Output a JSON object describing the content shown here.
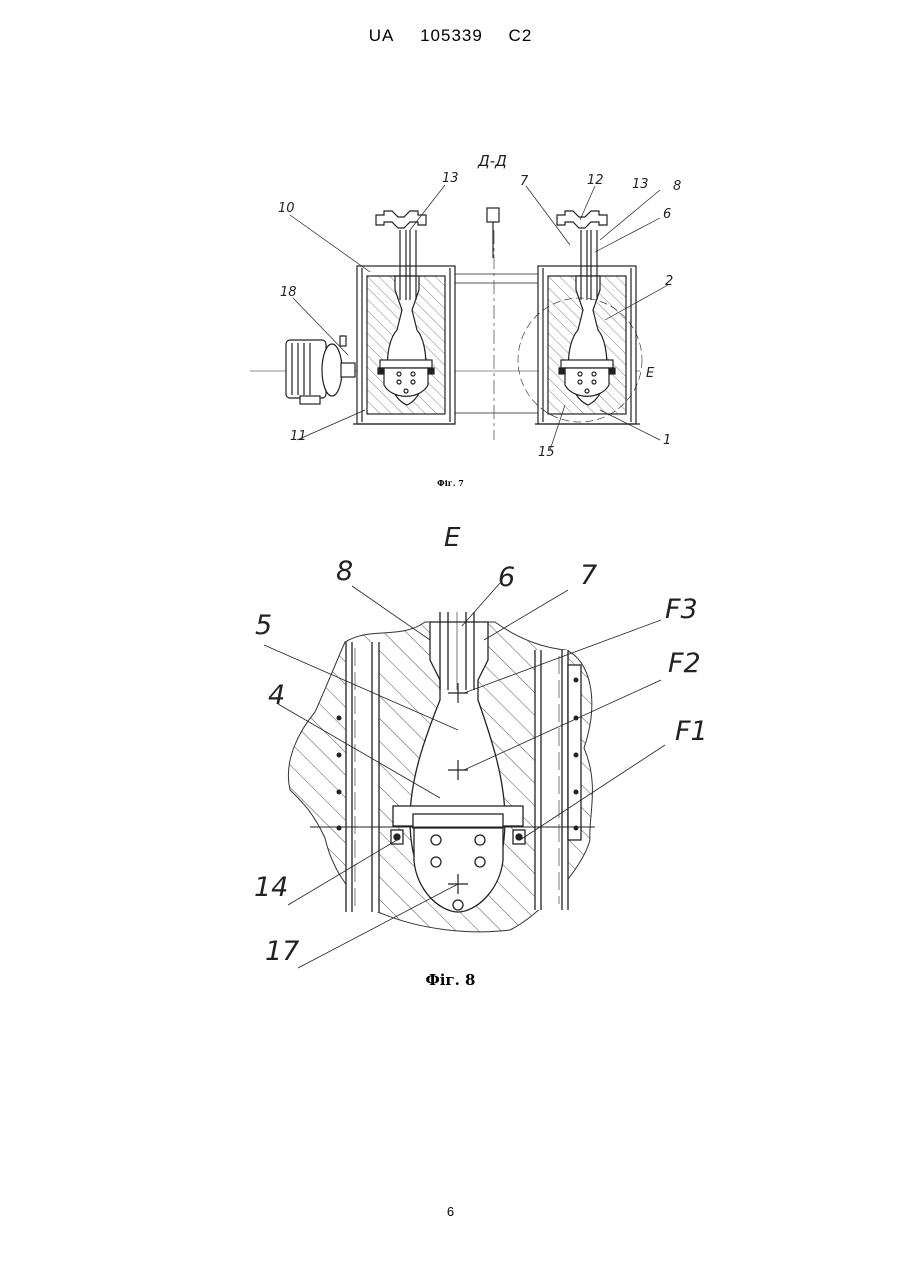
{
  "header": {
    "country": "UA",
    "number": "105339",
    "kind": "C2"
  },
  "figure7": {
    "section_title": "Д-Д",
    "caption": "Фіг. 7",
    "labels": {
      "l13a": "13",
      "l7": "7",
      "l12": "12",
      "l13b": "13",
      "l8": "8",
      "l10": "10",
      "l6": "6",
      "l2": "2",
      "l18": "18",
      "lE": "E",
      "l11": "11",
      "l15": "15",
      "l1": "1"
    }
  },
  "figure8": {
    "detail_title": "E",
    "caption": "Фіг. 8",
    "labels": {
      "l8": "8",
      "l6": "6",
      "l7": "7",
      "l5": "5",
      "lF3": "F3",
      "lF2": "F2",
      "l4": "4",
      "lF1": "F1",
      "l14": "14",
      "l17": "17"
    }
  },
  "page_number": "6"
}
